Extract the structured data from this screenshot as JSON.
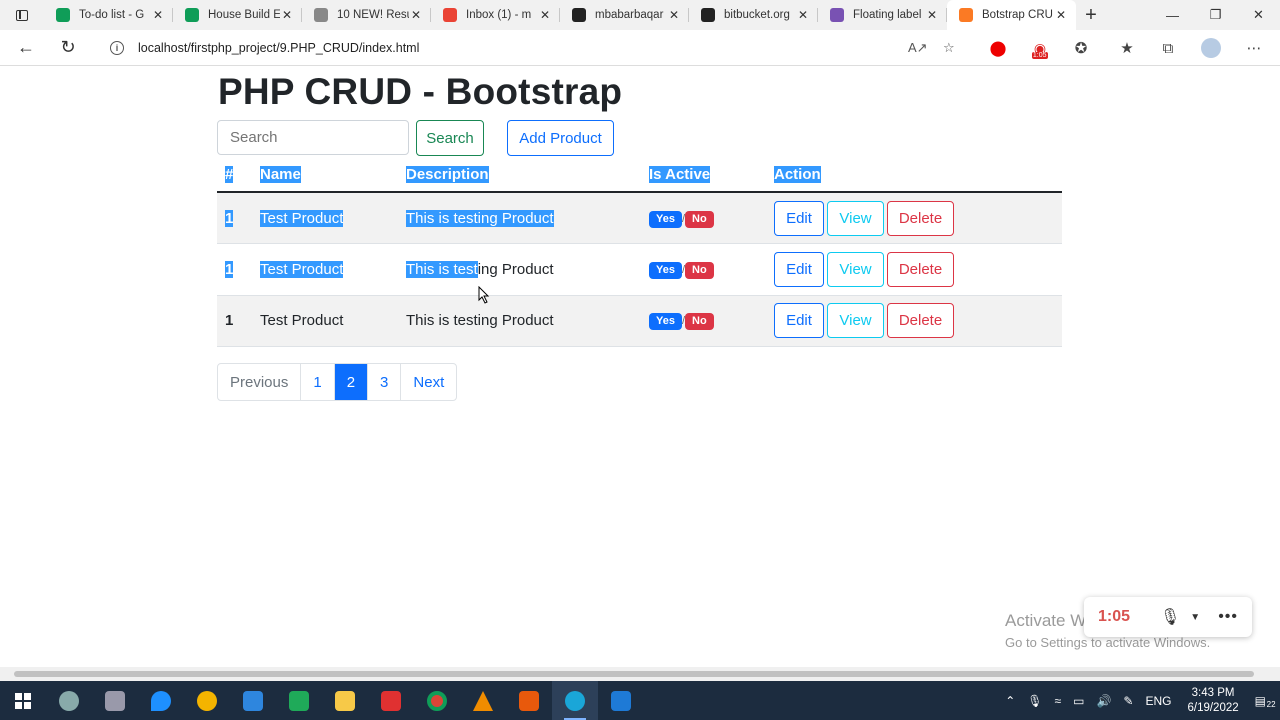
{
  "browser": {
    "tabs": [
      {
        "title": "To-do list - G",
        "icon": "sheets-icon",
        "color": "#0f9d58"
      },
      {
        "title": "House Build E",
        "icon": "sheets-icon",
        "color": "#0f9d58"
      },
      {
        "title": "10 NEW! Resu",
        "icon": "mail-icon",
        "color": "#888888"
      },
      {
        "title": "Inbox (1) - m",
        "icon": "gmail-icon",
        "color": "#ea4335"
      },
      {
        "title": "mbabarbaqar",
        "icon": "github-icon",
        "color": "#222222"
      },
      {
        "title": "bitbucket.org",
        "icon": "bitbucket-icon",
        "color": "#222222"
      },
      {
        "title": "Floating label",
        "icon": "bootstrap-icon",
        "color": "#7952b3"
      },
      {
        "title": "Botstrap CRU",
        "icon": "xampp-icon",
        "color": "#fb7a24",
        "active": true
      }
    ],
    "url": "localhost/firstphp_project/9.PHP_CRUD/index.html",
    "ext_badge": "1:05"
  },
  "page": {
    "title": "PHP CRUD - Bootstrap",
    "search_placeholder": "Search",
    "search_button": "Search",
    "add_button": "Add Product",
    "table": {
      "headers": [
        "#",
        "Name",
        "Description",
        "Is Active",
        "Action"
      ],
      "rows": [
        {
          "id": "1",
          "name": "Test Product",
          "description_sel": "This is testing Product",
          "description_rest": ""
        },
        {
          "id": "1",
          "name": "Test Product",
          "description_sel": "This is test",
          "description_rest": "ing Product"
        },
        {
          "id": "1",
          "name": "Test Product",
          "description_sel": "",
          "description_rest": "This is testing Product"
        }
      ],
      "yes_label": "Yes",
      "no_label": "No",
      "edit_label": "Edit",
      "view_label": "View",
      "delete_label": "Delete"
    },
    "pagination": {
      "previous": "Previous",
      "pages": [
        "1",
        "2",
        "3"
      ],
      "active_page": "2",
      "next": "Next"
    }
  },
  "overlay": {
    "activate_line1": "Activate Windows",
    "activate_line2": "Go to Settings to activate Windows.",
    "recorder_time": "1:05"
  },
  "taskbar": {
    "lang": "ENG",
    "time": "3:43 PM",
    "date": "6/19/2022",
    "notifications": "22"
  }
}
